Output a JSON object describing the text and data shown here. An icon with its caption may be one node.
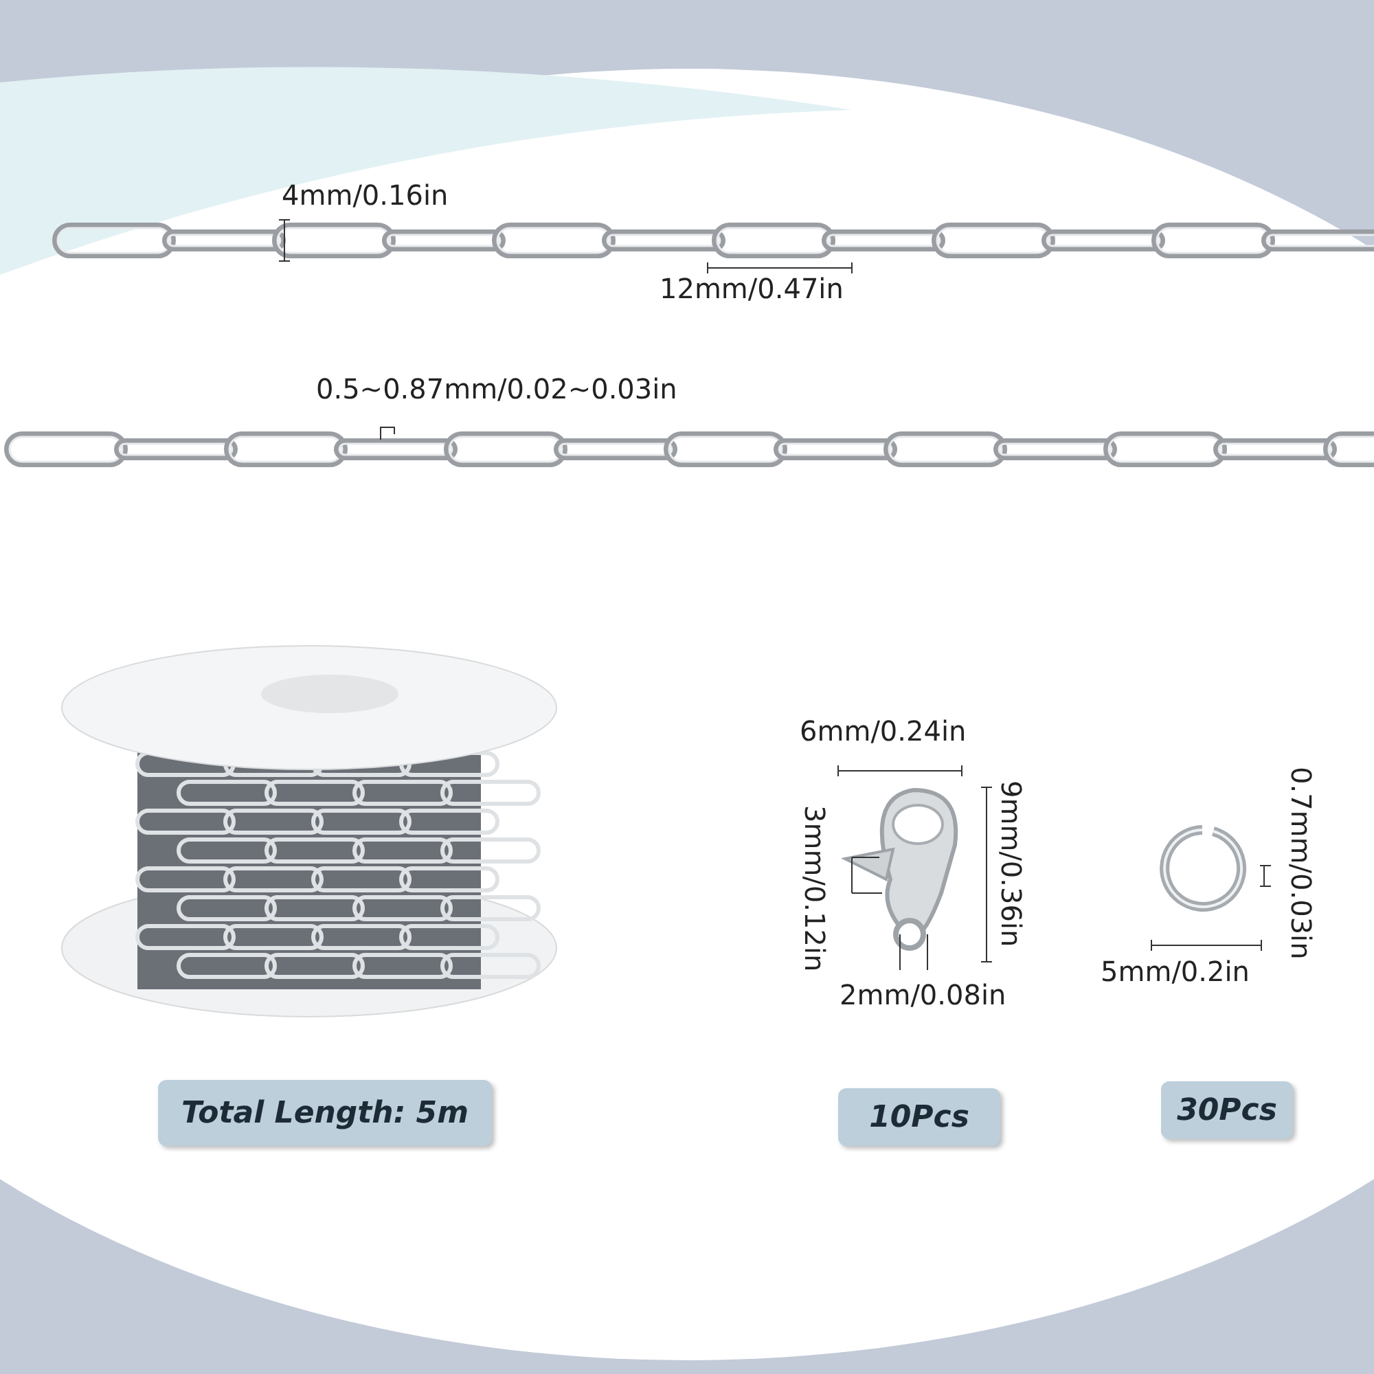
{
  "diagram": {
    "nodes": [
      {
        "text": [
          "Total Length: 5m"
        ]
      },
      {
        "text": [
          "10Pcs"
        ]
      },
      {
        "text": [
          "30Pcs"
        ]
      }
    ],
    "labels": [
      "4mm/0.16in",
      "12mm/0.47in",
      "0.5~0.87mm/0.02~0.03in",
      "6mm/0.24in",
      "9mm/0.36in",
      "3mm/0.12in",
      "0.7mm/0.03in",
      "2mm/0.08in",
      "5mm/0.2in"
    ]
  }
}
